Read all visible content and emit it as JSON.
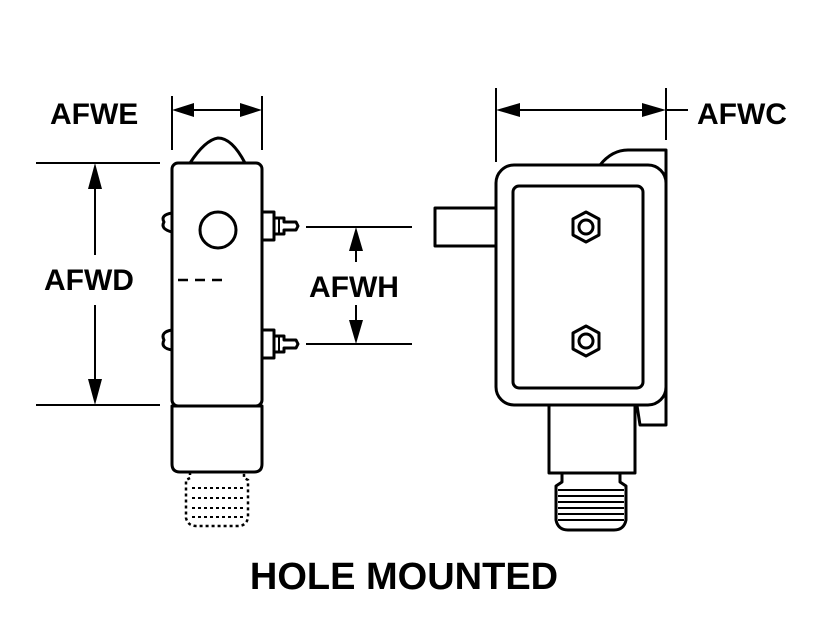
{
  "labels": {
    "afwe": "AFWE",
    "afwc": "AFWC",
    "afwd": "AFWD",
    "afwh": "AFWH"
  },
  "caption": "HOLE MOUNTED"
}
